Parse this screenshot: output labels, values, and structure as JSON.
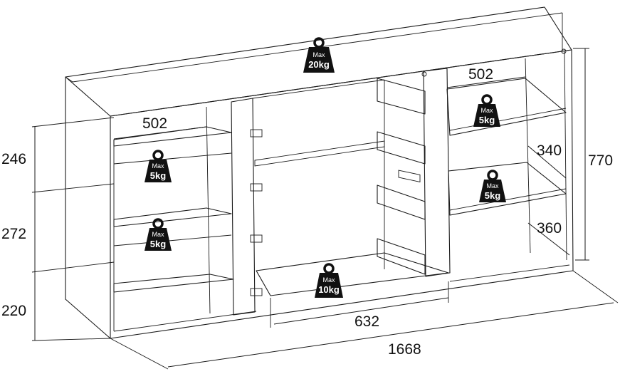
{
  "dimensions": {
    "shelf_depth_left": "502",
    "shelf_depth_right": "502",
    "height_top_left": "246",
    "height_middle_left": "272",
    "height_bottom_left": "220",
    "height_right_upper": "340",
    "height_right_lower": "360",
    "total_height": "770",
    "door_width": "632",
    "total_width": "1668"
  },
  "load_labels": {
    "max_text": "Max",
    "top": "20kg",
    "left_upper_shelf": "5kg",
    "left_lower_shelf": "5kg",
    "right_upper_shelf": "5kg",
    "right_lower_shelf": "5kg",
    "bottom_center": "10kg"
  }
}
